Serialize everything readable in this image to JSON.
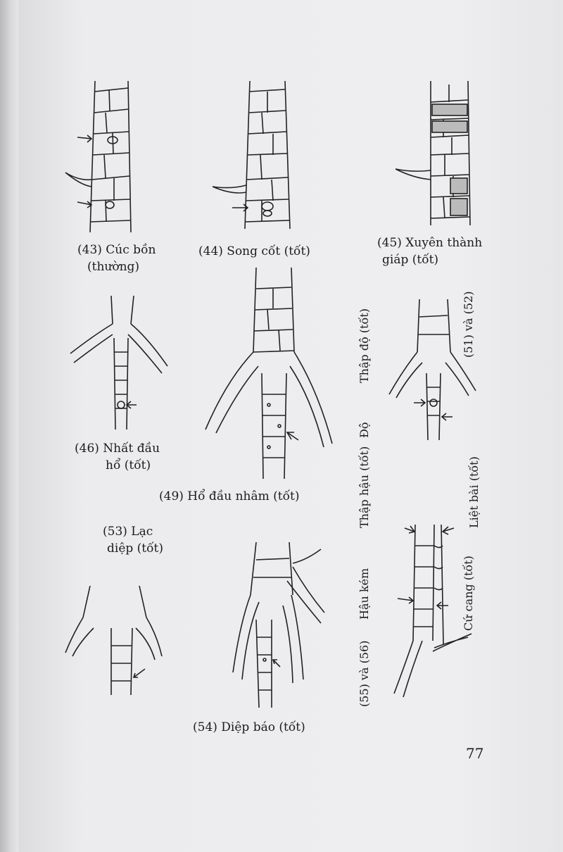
{
  "page_number": "77",
  "captions": {
    "f43_line1": "(43) Cúc bồn",
    "f43_line2": "(thường)",
    "f44": "(44) Song cốt (tốt)",
    "f45_line1": "(45) Xuyên thành",
    "f45_line2": "giáp (tốt)",
    "f46_line1": "(46) Nhất đầu",
    "f46_line2": "hổ (tốt)",
    "f49": "(49) Hổ đầu nhâm (tốt)",
    "f53_line1": "(53) Lạc",
    "f53_line2": "diệp (tốt)",
    "f54": "(54) Diệp báo (tốt)"
  },
  "vertical_labels": {
    "thap_do": "Thập độ (tốt)",
    "do": "Độ",
    "f51_52": "(51) và (52)",
    "thap_hau": "Thập hậu (tốt)",
    "liet_bai": "Liệt bài (tốt)",
    "hau_kem": "Hậu kém",
    "cu_cang": "Cứ cang (tốt)",
    "f55_56": "(55) và (56)"
  },
  "icons": {
    "figures": [
      "leg-scales-drawing",
      "chicken-foot-drawing"
    ],
    "arrows": "arrow-icon"
  }
}
